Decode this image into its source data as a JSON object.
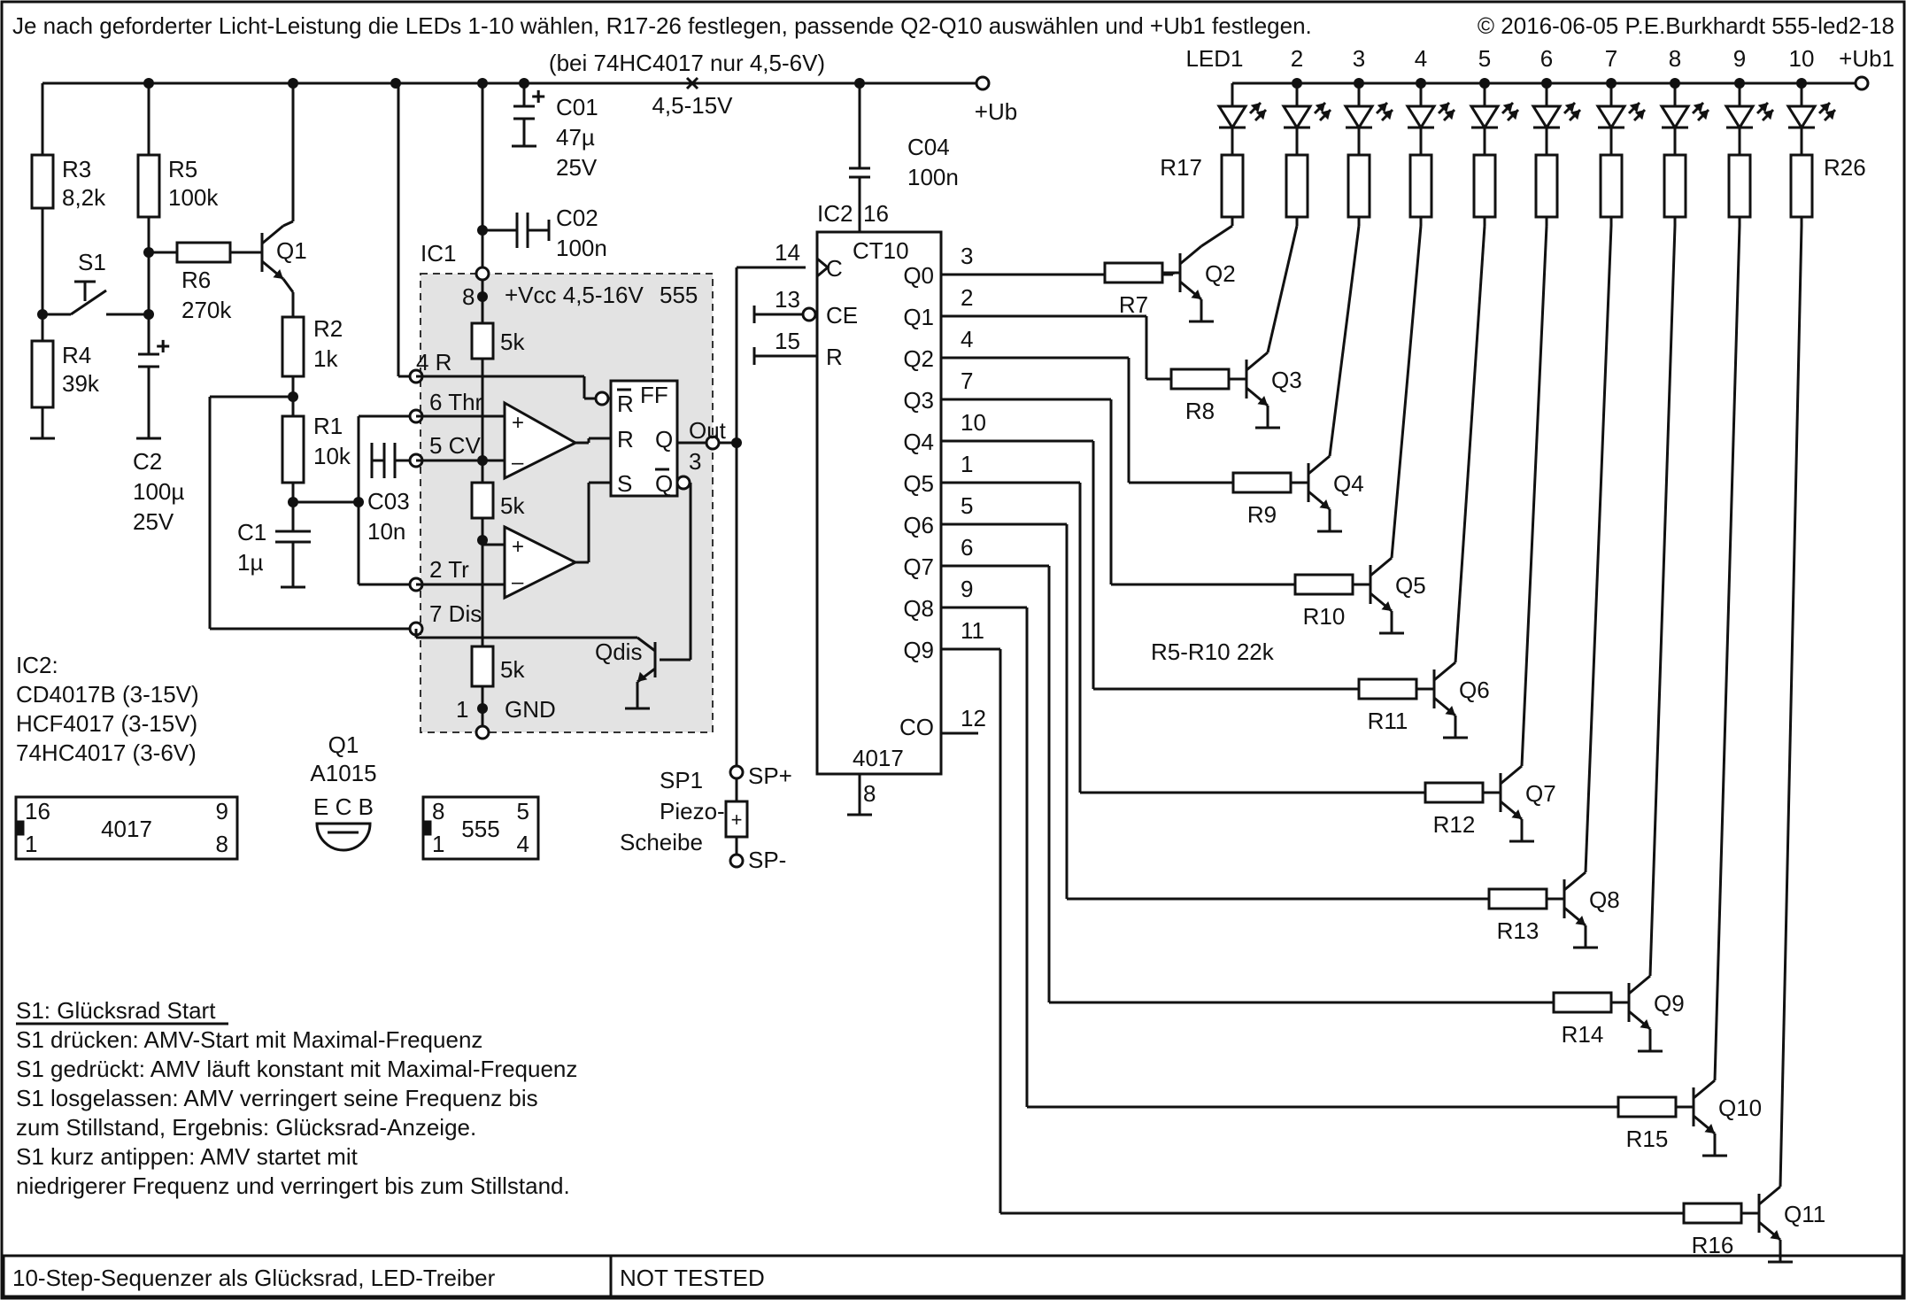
{
  "header": {
    "instruction": "Je nach geforderter Licht-Leistung die LEDs 1-10 wählen, R17-26 festlegen,  passende Q2-Q10 auswählen und +Ub1 festlegen.",
    "copyright": "© 2016-06-05 P.E.Burkhardt 555-led2-18",
    "note_74hc": "(bei 74HC4017 nur 4,5-6V)"
  },
  "supply": {
    "range": "4,5-15V",
    "ub": "+Ub",
    "ub1": "+Ub1"
  },
  "components": {
    "C01": [
      "C01",
      "47µ",
      "25V"
    ],
    "C02": [
      "C02",
      "100n"
    ],
    "C03": [
      "C03",
      "10n"
    ],
    "C04": [
      "C04",
      "100n"
    ],
    "C1": [
      "C1",
      "1µ"
    ],
    "C2": [
      "C2",
      "100µ",
      "25V"
    ],
    "R1": [
      "R1",
      "10k"
    ],
    "R2": [
      "R2",
      "1k"
    ],
    "R3": [
      "R3",
      "8,2k"
    ],
    "R4": [
      "R4",
      "39k"
    ],
    "R5": [
      "R5",
      "100k"
    ],
    "R6": [
      "R6",
      "270k"
    ],
    "S1": "S1",
    "Q1": "Q1",
    "Qdis": "Qdis",
    "R17": "R17",
    "R26": "R26",
    "r5_r10": "R5-R10  22k"
  },
  "ic1": {
    "name": "IC1",
    "type": "555",
    "vcc": "+Vcc  4,5-16V",
    "pins": [
      "8",
      "4 R",
      "6 Thr",
      "5 CV",
      "2 Tr",
      "7 Dis",
      "1",
      "GND",
      "3",
      "Out"
    ],
    "internal_r": "5k",
    "ff": "FF",
    "ff_inputs": [
      "R",
      "R",
      "S"
    ],
    "ff_outputs": [
      "Q",
      "Q"
    ]
  },
  "ic2": {
    "name": "IC2",
    "pin_vcc": "16",
    "type": "CT10",
    "part": "4017",
    "pin_gnd": "8",
    "inputs": [
      {
        "pin": "14",
        "name": "C"
      },
      {
        "pin": "13",
        "name": "CE"
      },
      {
        "pin": "15",
        "name": "R"
      }
    ],
    "outputs": [
      {
        "name": "Q0",
        "pin": "3"
      },
      {
        "name": "Q1",
        "pin": "2"
      },
      {
        "name": "Q2",
        "pin": "4"
      },
      {
        "name": "Q3",
        "pin": "7"
      },
      {
        "name": "Q4",
        "pin": "10"
      },
      {
        "name": "Q5",
        "pin": "1"
      },
      {
        "name": "Q6",
        "pin": "5"
      },
      {
        "name": "Q7",
        "pin": "6"
      },
      {
        "name": "Q8",
        "pin": "9"
      },
      {
        "name": "Q9",
        "pin": "11"
      }
    ],
    "co": {
      "name": "CO",
      "pin": "12"
    }
  },
  "led_labels": [
    "LED1",
    "2",
    "3",
    "4",
    "5",
    "6",
    "7",
    "8",
    "9",
    "10"
  ],
  "drivers": [
    {
      "r": "R7",
      "q": "Q2"
    },
    {
      "r": "R8",
      "q": "Q3"
    },
    {
      "r": "R9",
      "q": "Q4"
    },
    {
      "r": "R10",
      "q": "Q5"
    },
    {
      "r": "R11",
      "q": "Q6"
    },
    {
      "r": "R12",
      "q": "Q7"
    },
    {
      "r": "R13",
      "q": "Q8"
    },
    {
      "r": "R14",
      "q": "Q9"
    },
    {
      "r": "R15",
      "q": "Q10"
    },
    {
      "r": "R16",
      "q": "Q11"
    }
  ],
  "sp1": {
    "name": "SP1",
    "l1": "Piezo-",
    "l2": "Scheibe",
    "plus": "SP+",
    "minus": "SP-",
    "sym": "+"
  },
  "ic2_variants": [
    "IC2:",
    "CD4017B (3-15V)",
    "HCF4017 (3-15V)",
    "74HC4017 (3-6V)"
  ],
  "packages": {
    "p4017": {
      "tl": "16",
      "tr": "9",
      "bl": "1",
      "br": "8",
      "name": "4017"
    },
    "q1": {
      "name": "Q1",
      "type": "A1015",
      "pins": "E C B"
    },
    "p555": {
      "tl": "8",
      "tr": "5",
      "bl": "1",
      "br": "4",
      "name": "555"
    }
  },
  "notes": [
    "S1: Glücksrad Start",
    "S1 drücken: AMV-Start mit Maximal-Frequenz",
    "S1 gedrückt: AMV läuft konstant mit Maximal-Frequenz",
    "S1 losgelassen: AMV verringert seine Frequenz bis",
    "zum Stillstand, Ergebnis: Glücksrad-Anzeige.",
    "S1 kurz antippen: AMV startet mit",
    "niedrigerer Frequenz und verringert bis zum Stillstand."
  ],
  "footer": {
    "title": "10-Step-Sequenzer als Glücksrad, LED-Treiber",
    "status": "NOT TESTED"
  }
}
